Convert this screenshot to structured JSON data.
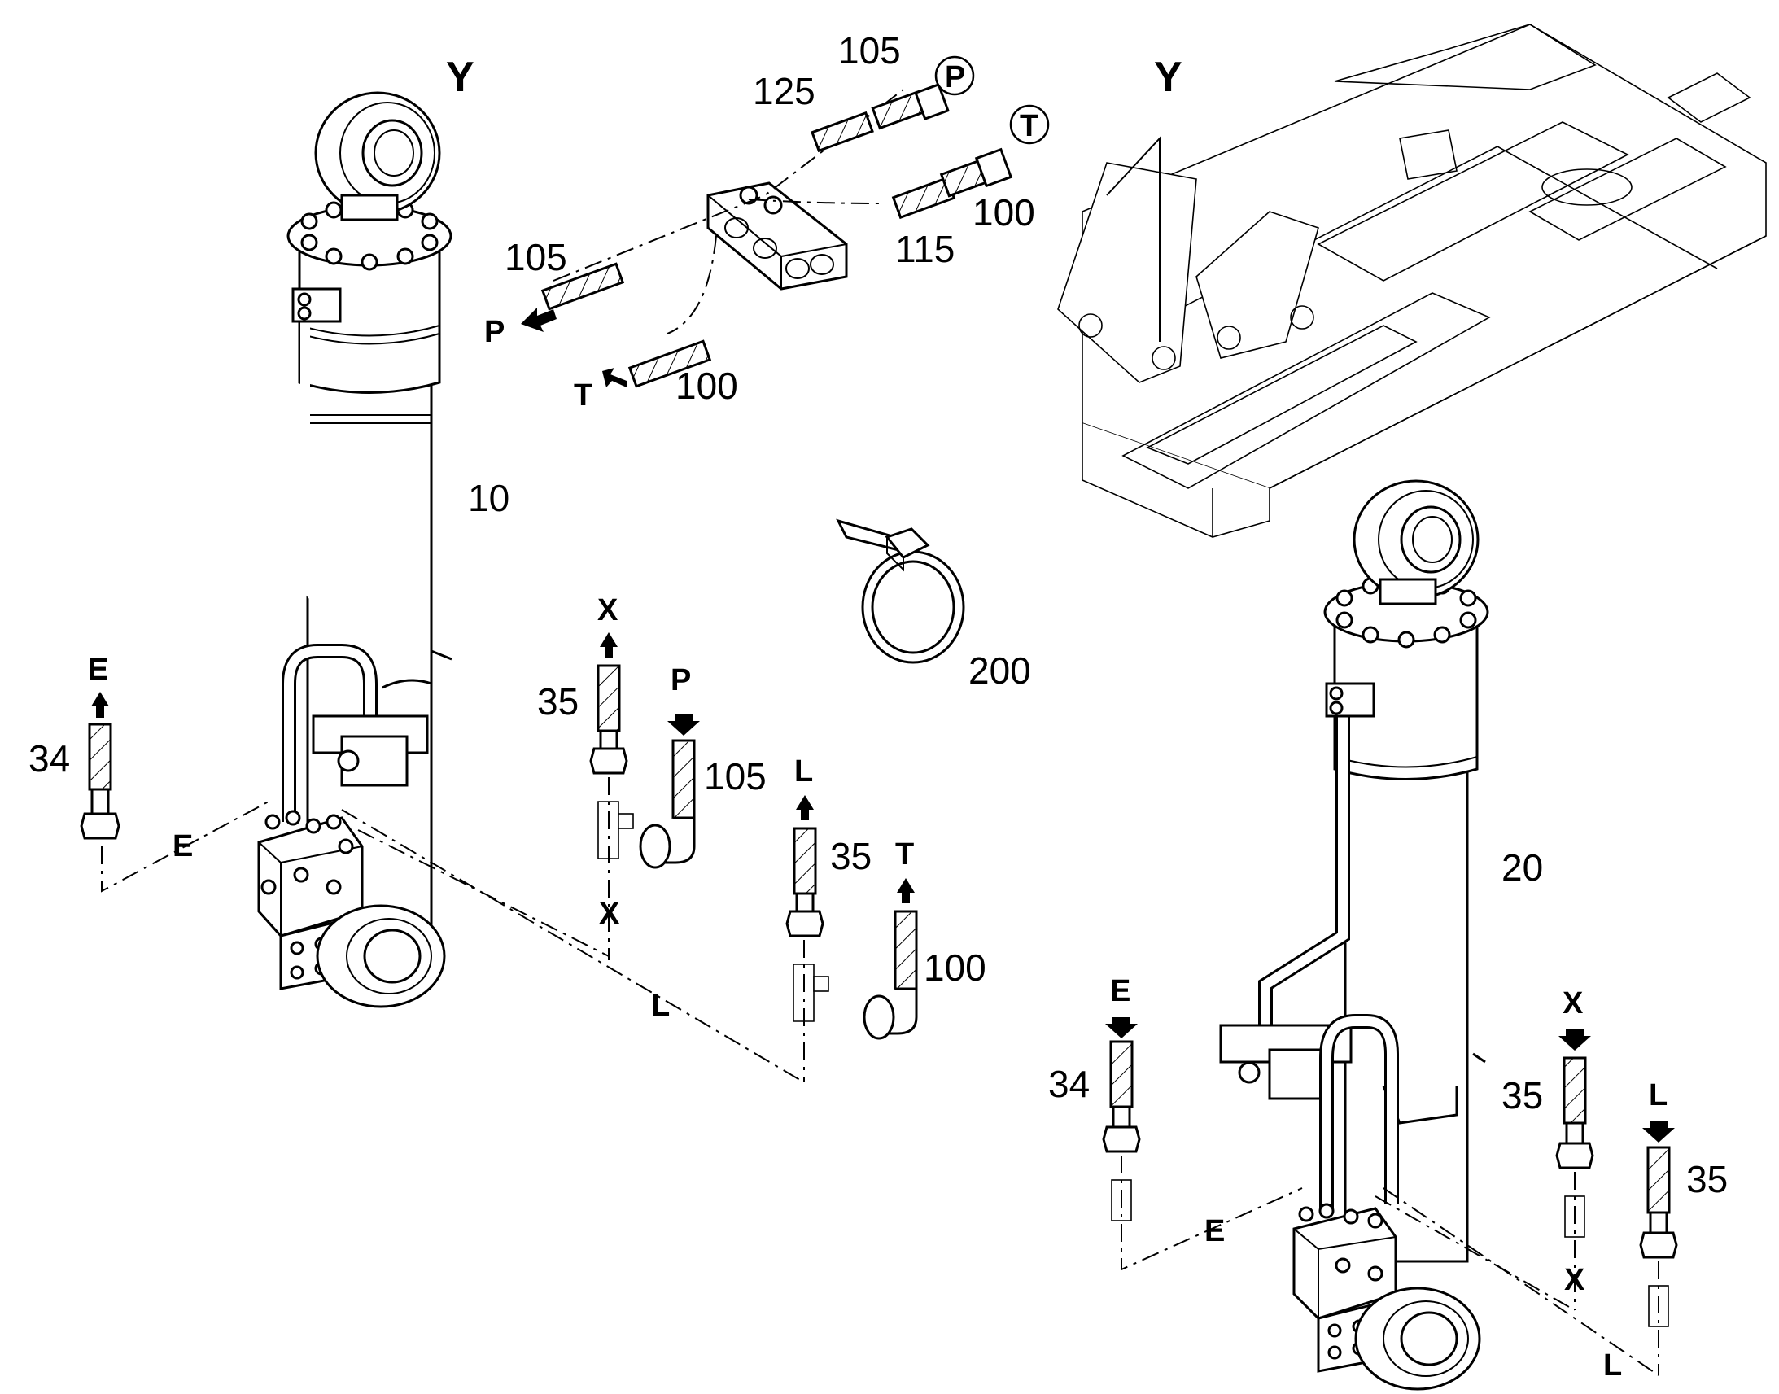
{
  "diagram": {
    "view_label_left": "Y",
    "view_label_right": "Y",
    "part_numbers": {
      "cyl_left": "10",
      "cyl_right": "20",
      "clip": "200",
      "hose_p_top": "105",
      "hose_t_top": "100",
      "hose_105_fitting": "105",
      "hose_125": "125",
      "hose_100_fitting": "100",
      "hose_115": "115",
      "hose_34_left": "34",
      "hose_35_left": "35",
      "hose_105_mid": "105",
      "hose_35_mid": "35",
      "hose_100_mid": "100",
      "hose_34_right": "34",
      "hose_35_right_a": "35",
      "hose_35_right_b": "35"
    },
    "port_letters": {
      "p_circle": "P",
      "t_circle": "T",
      "p_arrow": "P",
      "t_arrow": "T",
      "e_left_top": "E",
      "e_left_dash": "E",
      "x_left_top": "X",
      "x_left_dash": "X",
      "p_mid": "P",
      "l_mid_top": "L",
      "l_mid_dash": "L",
      "t_mid": "T",
      "e_right_top": "E",
      "e_right_dash": "E",
      "x_right_top": "X",
      "x_right_dash": "X",
      "l_right_top": "L",
      "l_right_dash": "L"
    }
  }
}
